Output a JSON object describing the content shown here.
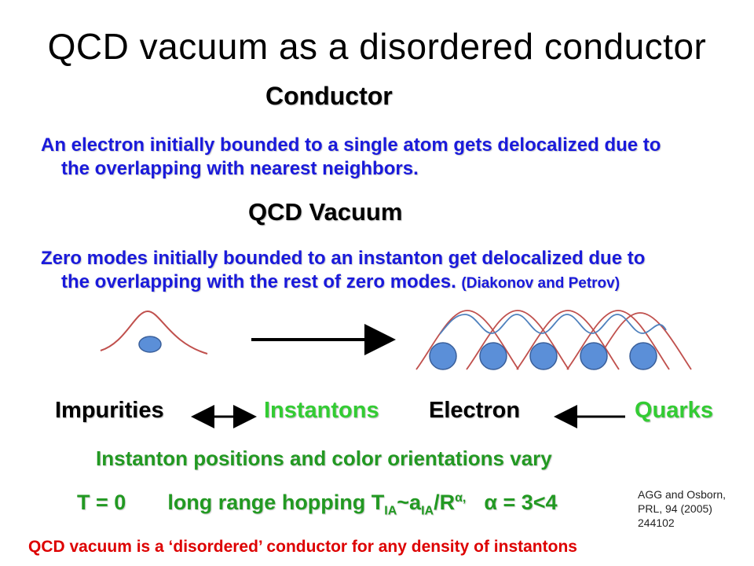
{
  "title": "QCD vacuum as a disordered conductor",
  "conductor": {
    "heading": "Conductor",
    "text_line1": "An electron initially bounded to a single atom gets delocalized due to",
    "text_line2": "the overlapping with nearest neighbors."
  },
  "vacuum": {
    "heading": "QCD  Vacuum",
    "text_line1": "Zero modes initially bounded to an instanton get delocalized due to",
    "text_line2": "the overlapping with  the rest of zero modes.",
    "citation": "(Diakonov and Petrov)"
  },
  "labels": {
    "impurities": "Impurities",
    "instantons": "Instantons",
    "electron": "Electron",
    "quarks": "Quarks"
  },
  "statement": "Instanton positions and color orientations vary",
  "hopping": {
    "t_condition": "T = 0",
    "text_prefix": "long range hopping T",
    "sub1": "IA",
    "mid1": "~a",
    "sub2": "IA",
    "mid2": "/R",
    "sup": "α,",
    "alpha_expr": "α = 3<4"
  },
  "reference": {
    "line1": "AGG and Osborn,",
    "line2": "PRL, 94 (2005)",
    "line3": "244102"
  },
  "conclusion": "QCD vacuum is a ‘disordered’ conductor for any density of instantons",
  "colors": {
    "blue_text": "#1a1adb",
    "green_text": "#229922",
    "red_text": "#dd0000",
    "curve_red": "#c0504d",
    "curve_blue": "#4f81bd",
    "circle_fill": "#5b8fd8"
  }
}
